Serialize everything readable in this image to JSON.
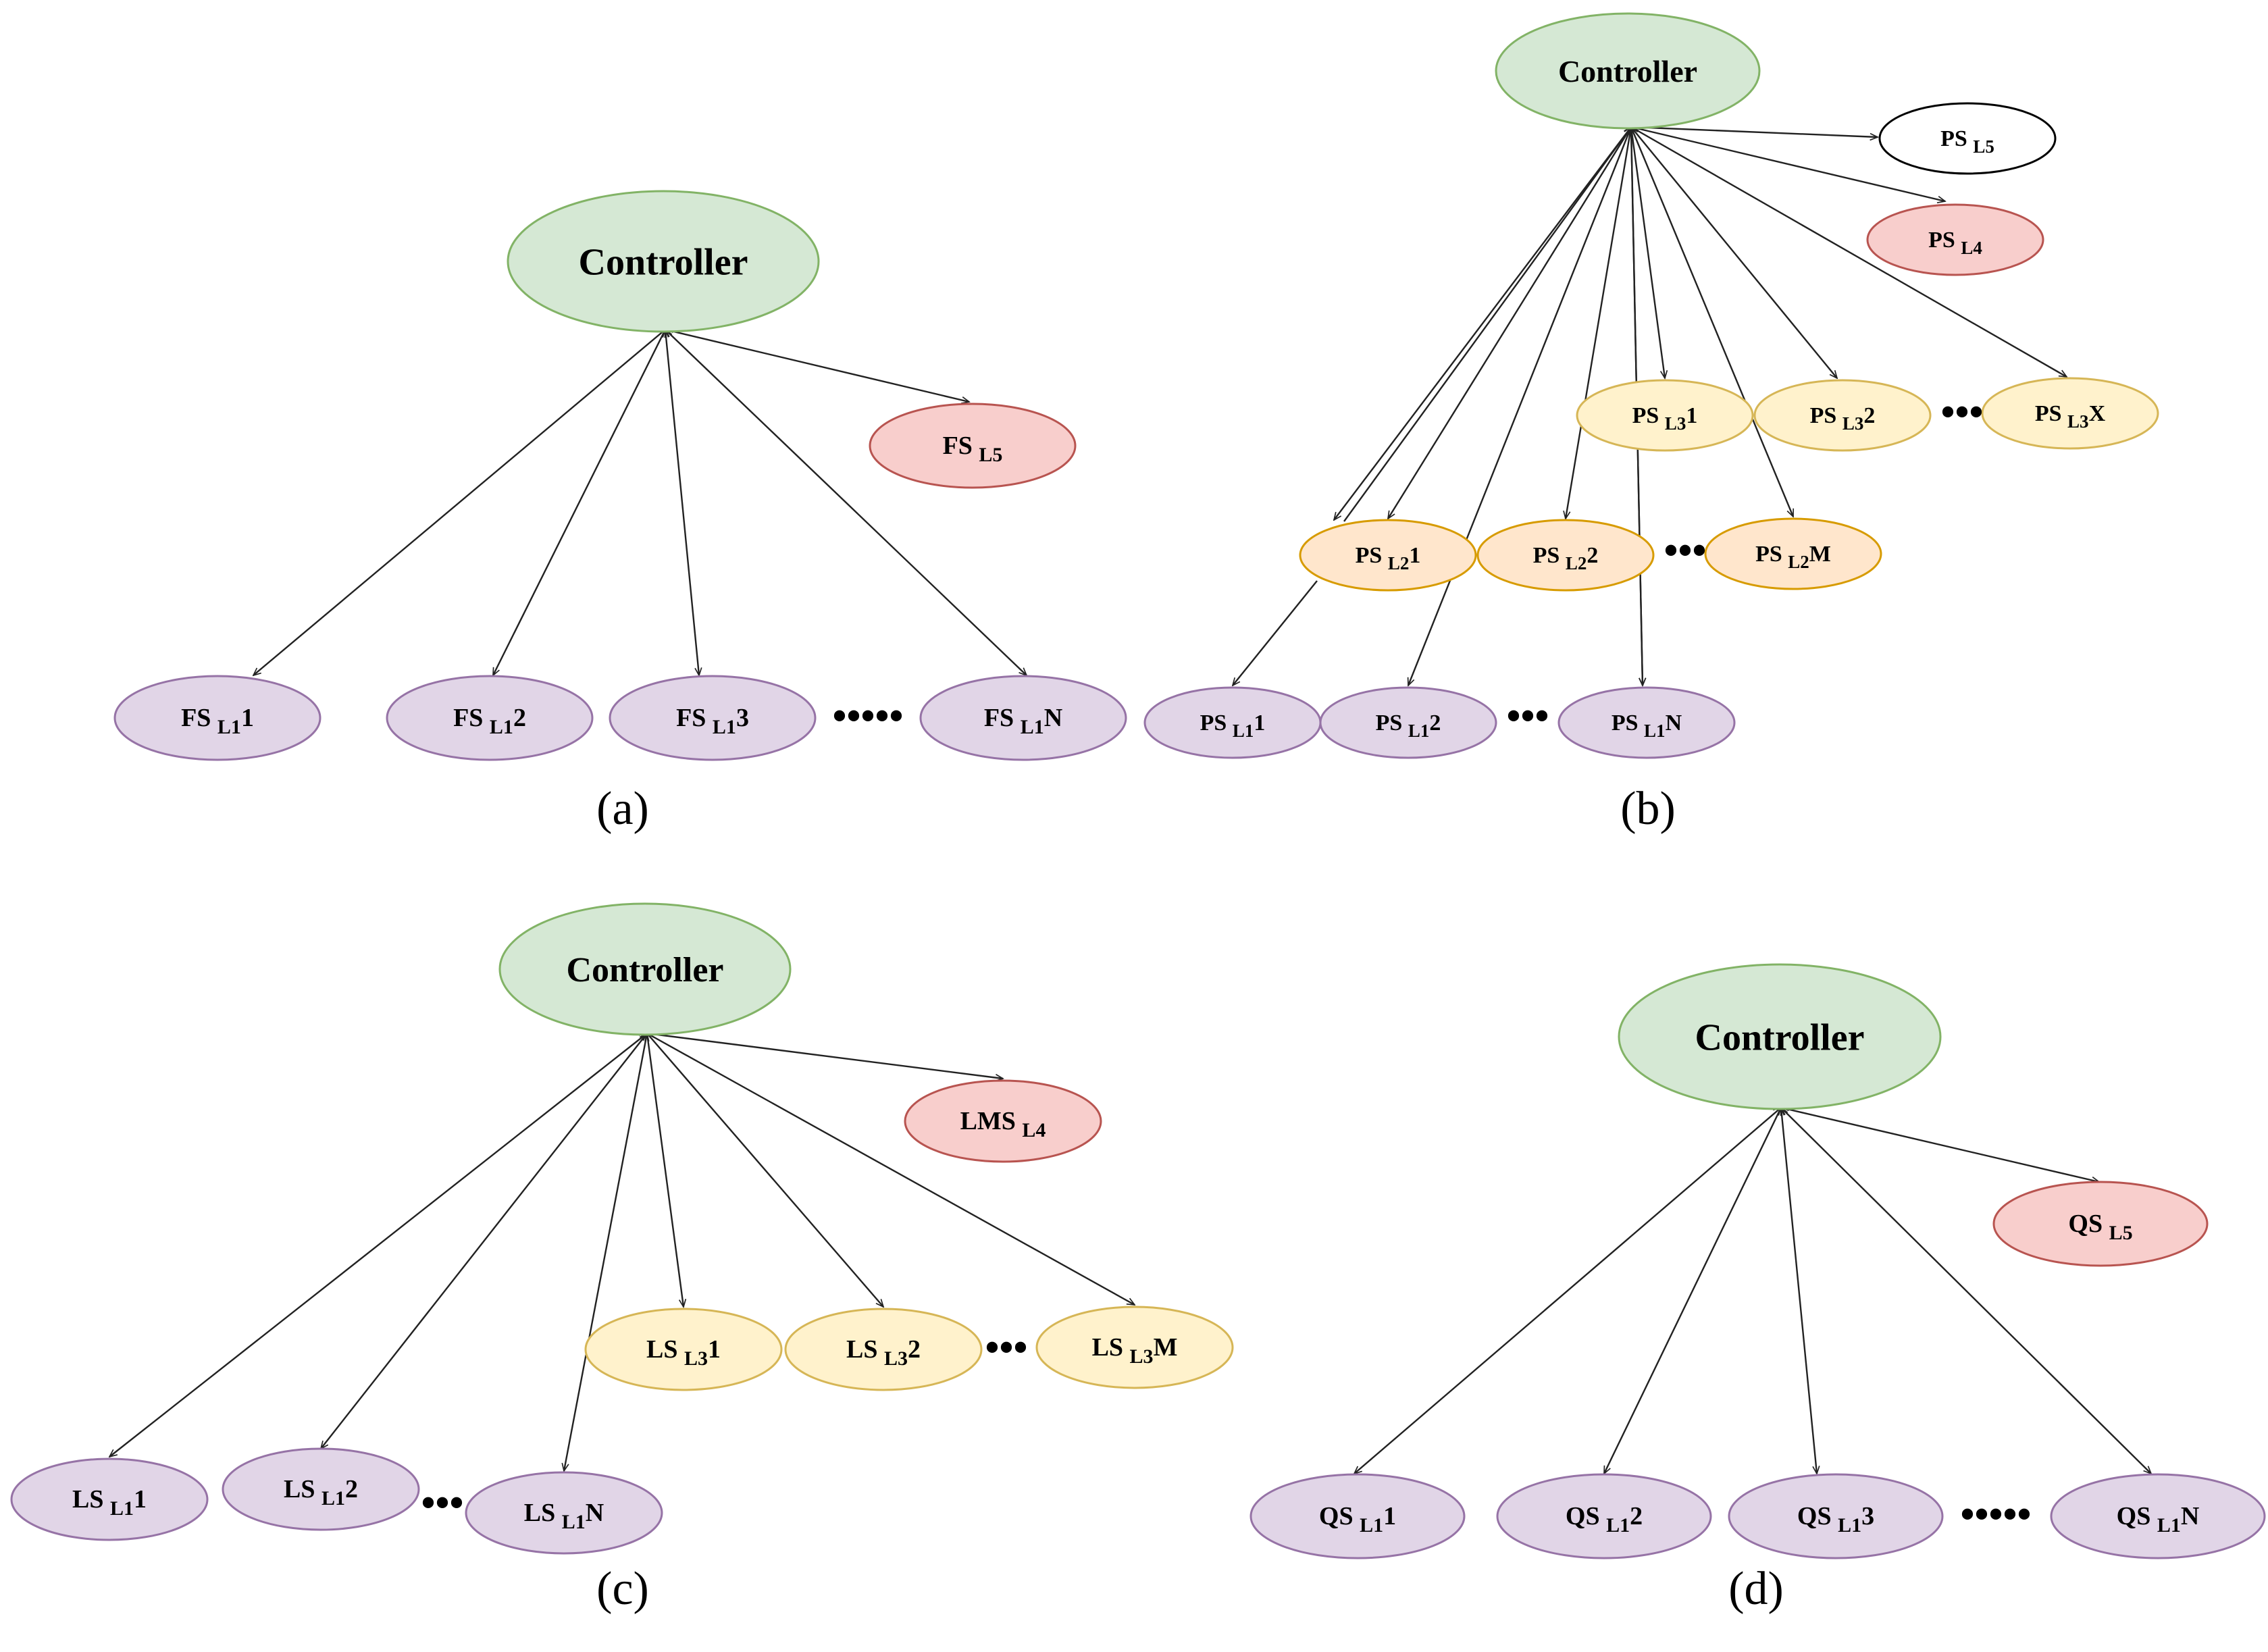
{
  "colors": {
    "controller_fill": "#d5e8d4",
    "controller_stroke": "#82b366",
    "level5_fill": "#f8cecc",
    "level5_stroke": "#b85450",
    "level1_fill": "#e1d5e7",
    "level1_stroke": "#9673a6",
    "level2_fill": "#ffe6cc",
    "level2_stroke": "#d79b00",
    "level3_fill": "#fff2cc",
    "level3_stroke": "#d6b656",
    "white_fill": "#ffffff",
    "white_stroke": "#000000",
    "edge": "#222222"
  },
  "panels": {
    "a": {
      "caption": "(a)",
      "controller": "Controller",
      "nodes": [
        {
          "prefix": "FS",
          "sub": "L5",
          "suffix": ""
        },
        {
          "prefix": "FS",
          "sub": "L1",
          "suffix": "1"
        },
        {
          "prefix": "FS",
          "sub": "L1",
          "suffix": "2"
        },
        {
          "prefix": "FS",
          "sub": "L1",
          "suffix": "3"
        },
        {
          "prefix": "FS",
          "sub": "L1",
          "suffix": "N"
        }
      ],
      "ellipsis": "•••••"
    },
    "b": {
      "caption": "(b)",
      "controller": "Controller",
      "nodes": [
        {
          "prefix": "PS",
          "sub": "L5",
          "suffix": ""
        },
        {
          "prefix": "PS",
          "sub": "L4",
          "suffix": ""
        },
        {
          "prefix": "PS",
          "sub": "L3",
          "suffix": "1"
        },
        {
          "prefix": "PS",
          "sub": "L3",
          "suffix": "2"
        },
        {
          "prefix": "PS",
          "sub": "L3",
          "suffix": "X"
        },
        {
          "prefix": "PS",
          "sub": "L2",
          "suffix": "1"
        },
        {
          "prefix": "PS",
          "sub": "L2",
          "suffix": "2"
        },
        {
          "prefix": "PS",
          "sub": "L2",
          "suffix": "M"
        },
        {
          "prefix": "PS",
          "sub": "L1",
          "suffix": "1"
        },
        {
          "prefix": "PS",
          "sub": "L1",
          "suffix": "2"
        },
        {
          "prefix": "PS",
          "sub": "L1",
          "suffix": "N"
        }
      ],
      "ellipsis": "•••"
    },
    "c": {
      "caption": "(c)",
      "controller": "Controller",
      "nodes": [
        {
          "prefix": "LMS",
          "sub": "L4",
          "suffix": ""
        },
        {
          "prefix": "LS",
          "sub": "L3",
          "suffix": "1"
        },
        {
          "prefix": "LS",
          "sub": "L3",
          "suffix": "2"
        },
        {
          "prefix": "LS",
          "sub": "L3",
          "suffix": "M"
        },
        {
          "prefix": "LS",
          "sub": "L1",
          "suffix": "1"
        },
        {
          "prefix": "LS",
          "sub": "L1",
          "suffix": "2"
        },
        {
          "prefix": "LS",
          "sub": "L1",
          "suffix": "N"
        }
      ],
      "ellipsis": "•••"
    },
    "d": {
      "caption": "(d)",
      "controller": "Controller",
      "nodes": [
        {
          "prefix": "QS",
          "sub": "L5",
          "suffix": ""
        },
        {
          "prefix": "QS",
          "sub": "L1",
          "suffix": "1"
        },
        {
          "prefix": "QS",
          "sub": "L1",
          "suffix": "2"
        },
        {
          "prefix": "QS",
          "sub": "L1",
          "suffix": "3"
        },
        {
          "prefix": "QS",
          "sub": "L1",
          "suffix": "N"
        }
      ],
      "ellipsis": "•••••"
    }
  }
}
